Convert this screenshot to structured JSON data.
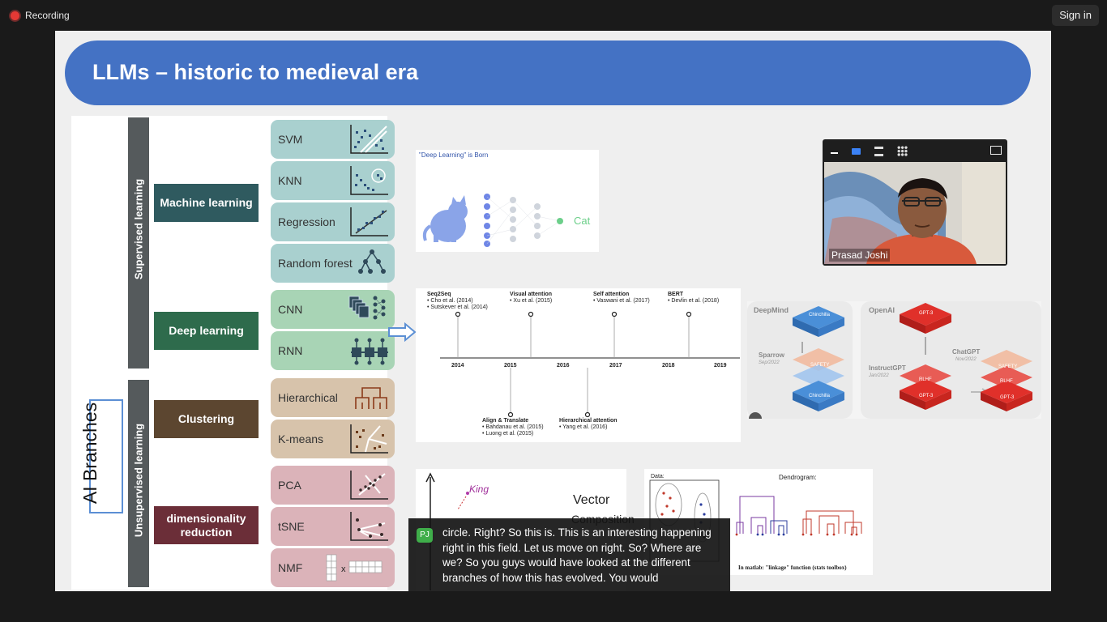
{
  "meeting": {
    "recording_label": "Recording",
    "sign_in_label": "Sign in"
  },
  "slide": {
    "title": "LLMs – historic to medieval era",
    "ai_branches": "AI Branches",
    "groups": {
      "supervised": "Supervised learning",
      "unsupervised": "Unsupervised learning"
    },
    "categories": {
      "machine_learning": "Machine learning",
      "deep_learning": "Deep learning",
      "clustering": "Clustering",
      "dim_reduction": "dimensionality reduction"
    },
    "methods": {
      "svm": "SVM",
      "knn": "KNN",
      "regression": "Regression",
      "random_forest": "Random forest",
      "cnn": "CNN",
      "rnn": "RNN",
      "hierarchical": "Hierarchical",
      "kmeans": "K-means",
      "pca": "PCA",
      "tsne": "tSNE",
      "nmf": "NMF"
    },
    "colors": {
      "title_band": "#4472c4",
      "machine_learning": "#2f5a5f",
      "deep_learning": "#2e6b4c",
      "clustering": "#5c4630",
      "dim_reduction": "#6b2e38",
      "ml_card": "#a9d0cf",
      "dl_card": "#a8d4b5",
      "cluster_card": "#d7c3ab",
      "dim_card": "#dbb3b9"
    },
    "deep_learning_image": {
      "caption": "\"Deep Learning\" is Born",
      "output": "Cat"
    },
    "timeline": {
      "years": [
        "2014",
        "2015",
        "2016",
        "2017",
        "2018",
        "2019"
      ],
      "above": [
        {
          "title": "Seq2Seq",
          "refs": [
            "Cho et al. (2014)",
            "Sutskever et al. (2014)"
          ]
        },
        {
          "title": "Visual attention",
          "refs": [
            "Xu et al. (2015)"
          ]
        },
        {
          "title": "Self attention",
          "refs": [
            "Vaswani et al. (2017)"
          ]
        },
        {
          "title": "BERT",
          "refs": [
            "Devlin et al. (2018)"
          ]
        }
      ],
      "below": [
        {
          "title": "Align & Translate",
          "refs": [
            "Bahdanau et al. (2015)",
            "Luong et al. (2015)"
          ]
        },
        {
          "title": "Hierarchical attention",
          "refs": [
            "Yang et al. (2016)"
          ]
        }
      ]
    },
    "llm_lineage": {
      "left_org": "DeepMind",
      "right_org": "OpenAI",
      "sparrow": "Sparrow",
      "sparrow_date": "Sep/2022",
      "instructgpt": "InstructGPT",
      "instructgpt_date": "Jan/2022",
      "chatgpt": "ChatGPT",
      "chatgpt_date": "Nov/2022",
      "chinchilla": "Chinchilla",
      "gpt3": "GPT-3",
      "rlhf": "RLHF",
      "safety": "SAFETY"
    },
    "vector_image": {
      "king": "King",
      "vector": "Vector",
      "composition": "Composition"
    },
    "dendrogram_image": {
      "data_label": "Data:",
      "dendrogram_label": "Dendrogram:",
      "footer": "In matlab: \"linkage\" function  (stats toolbox)"
    }
  },
  "camera": {
    "participant_name": "Prasad Joshi"
  },
  "caption": {
    "speaker_initials": "PJ",
    "text": "circle. Right? So this is. This is an interesting happening right in this field. Let us move on right. So? Where are we? So you guys would have looked at the different branches of how this has evolved. You would"
  }
}
